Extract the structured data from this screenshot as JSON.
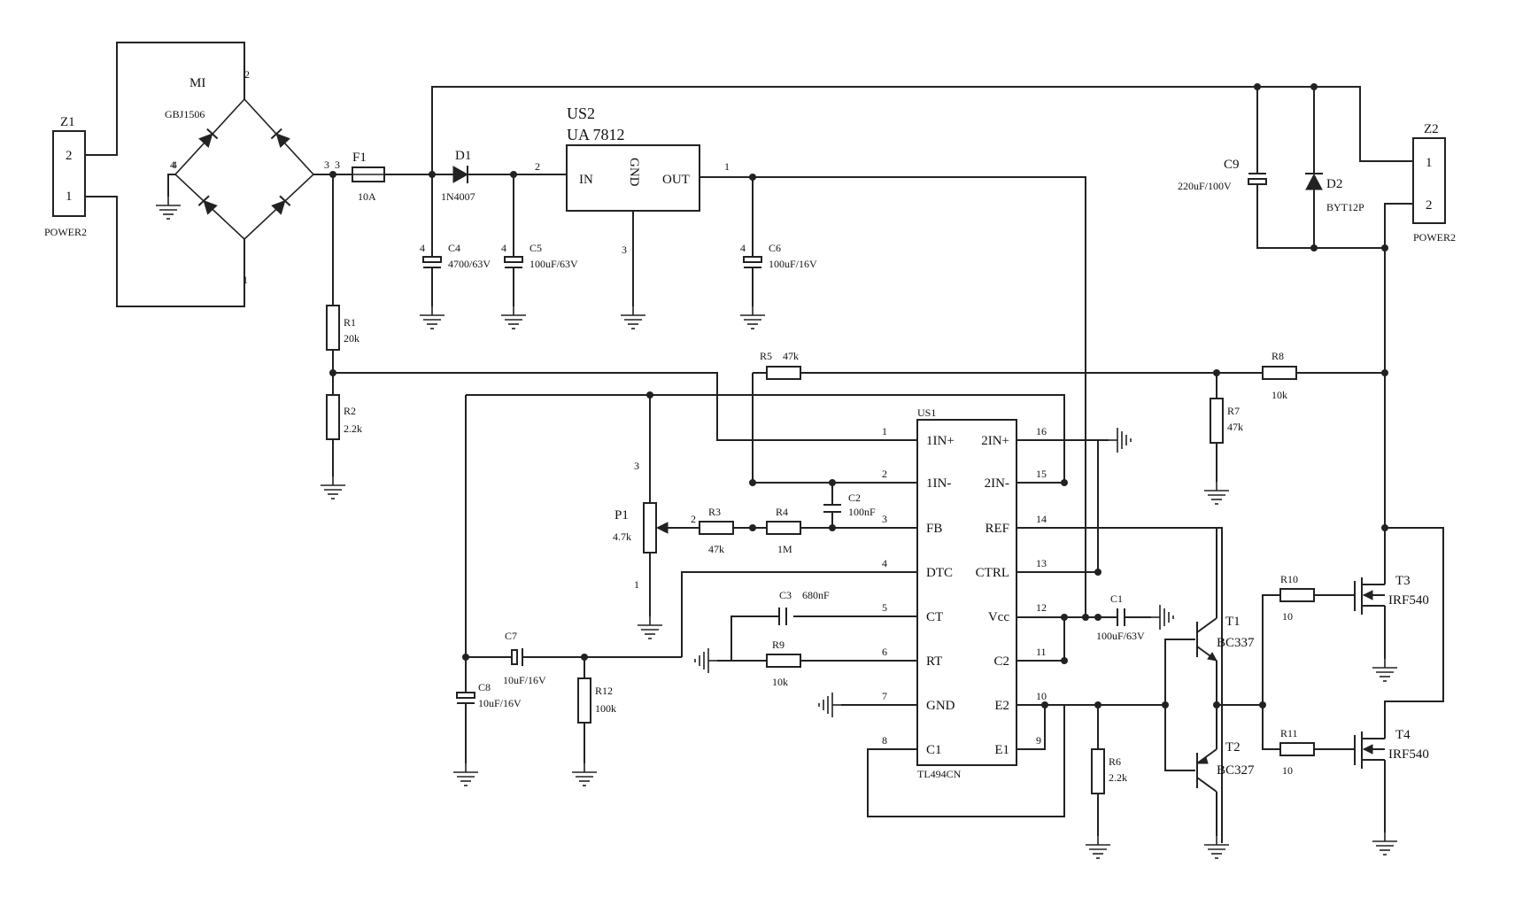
{
  "connectors": {
    "z1": {
      "ref": "Z1",
      "type": "POWER2",
      "pin_top": "2",
      "pin_bottom": "1"
    },
    "z2": {
      "ref": "Z2",
      "type": "POWER2",
      "pin_top": "1",
      "pin_bottom": "2"
    }
  },
  "bridge": {
    "ref": "MI",
    "part": "GBJ1506",
    "pin_top": "2",
    "pin_bottom": "1",
    "pin_left": "4",
    "pin_right": "3"
  },
  "regulator": {
    "ref": "US2",
    "part": "UA 7812",
    "in": "IN",
    "gnd": "GND",
    "out": "OUT",
    "pin_in": "2",
    "pin_gnd": "3",
    "pin_out": "1"
  },
  "fuse": {
    "ref": "F1",
    "value": "10A"
  },
  "diodes": {
    "d1": {
      "ref": "D1",
      "part": "1N4007"
    },
    "d2": {
      "ref": "D2",
      "part": "BYT12P"
    }
  },
  "caps": {
    "c1": {
      "ref": "C1",
      "value": "100uF/63V"
    },
    "c2": {
      "ref": "C2",
      "value": "100nF"
    },
    "c3": {
      "ref": "C3",
      "value": "680nF"
    },
    "c4": {
      "ref": "C4",
      "value": "4700/63V"
    },
    "c5": {
      "ref": "C5",
      "value": "100uF/63V"
    },
    "c6": {
      "ref": "C6",
      "value": "100uF/16V"
    },
    "c7": {
      "ref": "C7",
      "value": "10uF/16V"
    },
    "c8": {
      "ref": "C8",
      "value": "10uF/16V"
    },
    "c9": {
      "ref": "C9",
      "value": "220uF/100V"
    }
  },
  "resistors": {
    "r1": {
      "ref": "R1",
      "value": "20k"
    },
    "r2": {
      "ref": "R2",
      "value": "2.2k"
    },
    "r3": {
      "ref": "R3",
      "value": "47k"
    },
    "r4": {
      "ref": "R4",
      "value": "1M"
    },
    "r5": {
      "ref": "R5",
      "value": "47k"
    },
    "r6": {
      "ref": "R6",
      "value": "2.2k"
    },
    "r7": {
      "ref": "R7",
      "value": "47k"
    },
    "r8": {
      "ref": "R8",
      "value": "10k"
    },
    "r9": {
      "ref": "R9",
      "value": "10k"
    },
    "r10": {
      "ref": "R10",
      "value": "10"
    },
    "r11": {
      "ref": "R11",
      "value": "10"
    },
    "r12": {
      "ref": "R12",
      "value": "100k"
    }
  },
  "pot": {
    "ref": "P1",
    "value": "4.7k",
    "pin_top": "3",
    "pin_wiper": "2",
    "pin_bottom": "1"
  },
  "ic": {
    "ref": "US1",
    "part": "TL494CN",
    "left_pins": [
      {
        "num": "1",
        "name": "1IN+"
      },
      {
        "num": "2",
        "name": "1IN-"
      },
      {
        "num": "3",
        "name": "FB"
      },
      {
        "num": "4",
        "name": "DTC"
      },
      {
        "num": "5",
        "name": "CT"
      },
      {
        "num": "6",
        "name": "RT"
      },
      {
        "num": "7",
        "name": "GND"
      },
      {
        "num": "8",
        "name": "C1"
      }
    ],
    "right_pins": [
      {
        "num": "16",
        "name": "2IN+"
      },
      {
        "num": "15",
        "name": "2IN-"
      },
      {
        "num": "14",
        "name": "REF"
      },
      {
        "num": "13",
        "name": "CTRL"
      },
      {
        "num": "12",
        "name": "Vcc"
      },
      {
        "num": "11",
        "name": "C2"
      },
      {
        "num": "10",
        "name": "E2"
      },
      {
        "num": "9",
        "name": "E1"
      }
    ]
  },
  "transistors": {
    "t1": {
      "ref": "T1",
      "part": "BC337"
    },
    "t2": {
      "ref": "T2",
      "part": "BC327"
    },
    "t3": {
      "ref": "T3",
      "part": "IRF540"
    },
    "t4": {
      "ref": "T4",
      "part": "IRF540"
    }
  },
  "pin_marks": {
    "p3": "3",
    "p2": "2",
    "p1": "1",
    "p4": "4",
    "c4p": "4",
    "c5p": "4",
    "c6p": "4"
  }
}
